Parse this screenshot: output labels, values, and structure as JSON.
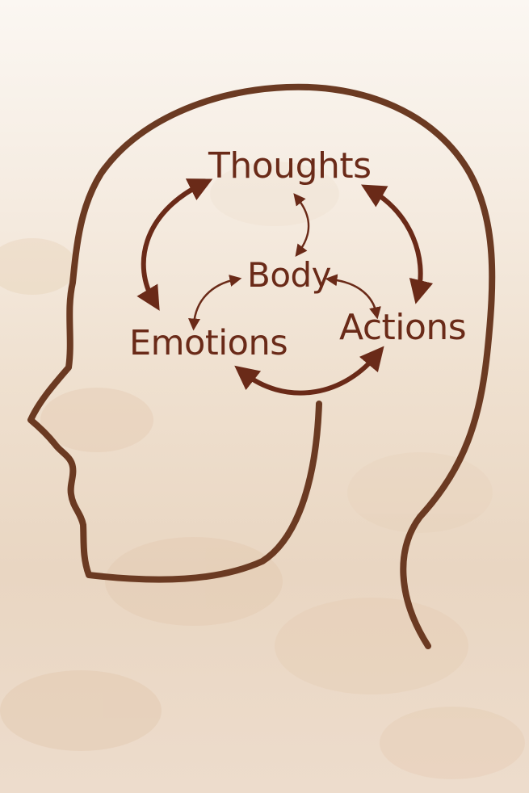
{
  "diagram": {
    "nodes": {
      "thoughts": "Thoughts",
      "body": "Body",
      "emotions": "Emotions",
      "actions": "Actions"
    },
    "edges": [
      {
        "from": "thoughts",
        "to": "emotions",
        "bidirectional": true
      },
      {
        "from": "thoughts",
        "to": "actions",
        "bidirectional": true
      },
      {
        "from": "thoughts",
        "to": "body",
        "bidirectional": true
      },
      {
        "from": "body",
        "to": "emotions",
        "bidirectional": true
      },
      {
        "from": "body",
        "to": "actions",
        "bidirectional": true
      },
      {
        "from": "emotions",
        "to": "actions",
        "bidirectional": true
      }
    ]
  },
  "colors": {
    "ink": "#6a2a18",
    "outline": "#6b3a22",
    "background": "#f4e9dd"
  },
  "icons": {
    "head": "head-profile-icon",
    "background": "flower-field-photo"
  }
}
